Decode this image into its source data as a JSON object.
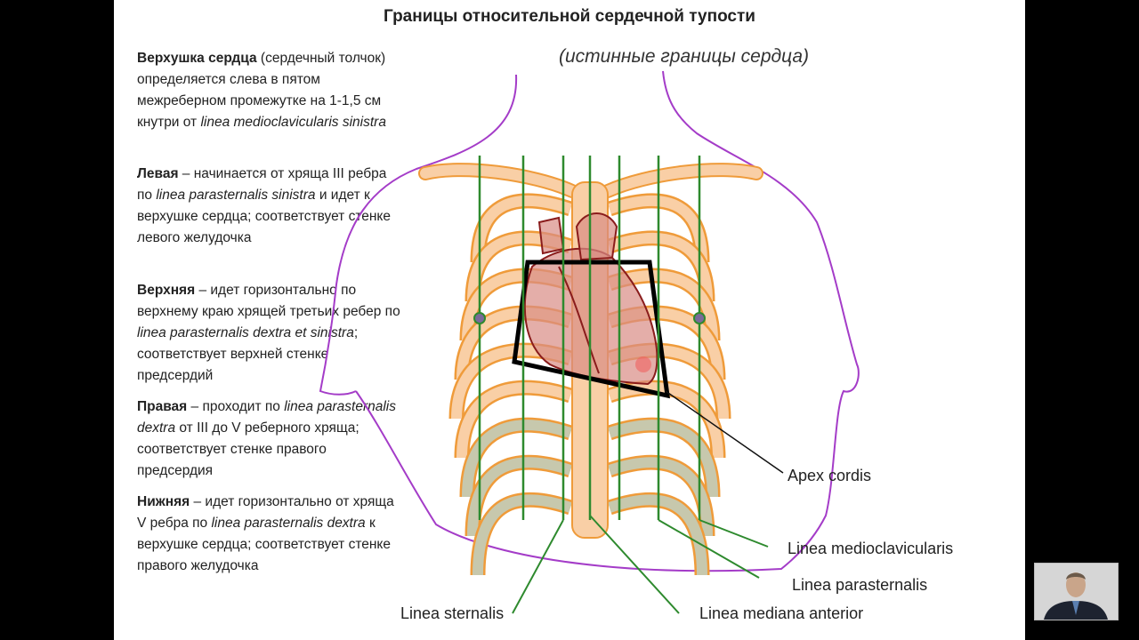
{
  "slide": {
    "title": "Границы относительной сердечной тупости",
    "subtitle": "(истинные границы сердца)",
    "paragraphs": [
      {
        "term": "Верхушка сердца",
        "text_1": " (сердечный толчок) определяется слева в пятом межреберном промежутке на 1-1,5 см кнутри от ",
        "latin_1": "linea medioclavicularis sinistra",
        "text_2": ""
      },
      {
        "term": "Левая",
        "text_1": " – начинается от хряща III ребра по ",
        "latin_1": "linea parasternalis sinistra",
        "text_2": " и идет к верхушке сердца; соответствует стенке левого желудочка"
      },
      {
        "term": "Верхняя",
        "text_1": " – идет горизонтально по верхнему краю хрящей третьих ребер по ",
        "latin_1": "linea parasternalis dextra et sinistra",
        "text_2": "; соответствует верхней стенке предсердий"
      },
      {
        "term": "Правая",
        "text_1": " – проходит по ",
        "latin_1": "linea parasternalis dextra",
        "text_2": " от III до V реберного хряща; соответствует стенке правого предсердия"
      },
      {
        "term": "Нижняя",
        "text_1": " – идет горизонтально от хряща V ребра по ",
        "latin_1": "linea parasternalis dextra",
        "text_2": " к верхушке сердца; соответствует стенке правого желудочка"
      }
    ],
    "labels": {
      "apex": "Apex cordis",
      "medioclavicular": "Linea medioclavicularis",
      "parasternal": "Linea parasternalis",
      "sternal": "Linea sternalis",
      "mediana": "Linea mediana anterior"
    }
  },
  "colors": {
    "rib": "#f9cfa6",
    "rib_outline": "#ef9b3a",
    "body_outline": "#a43cc8",
    "vertical_line": "#2e8a2e",
    "heart_fill": "#d98c84",
    "heart_outline": "#8a1c1c",
    "border": "#000000",
    "cartilage": "#c7c8ad"
  }
}
